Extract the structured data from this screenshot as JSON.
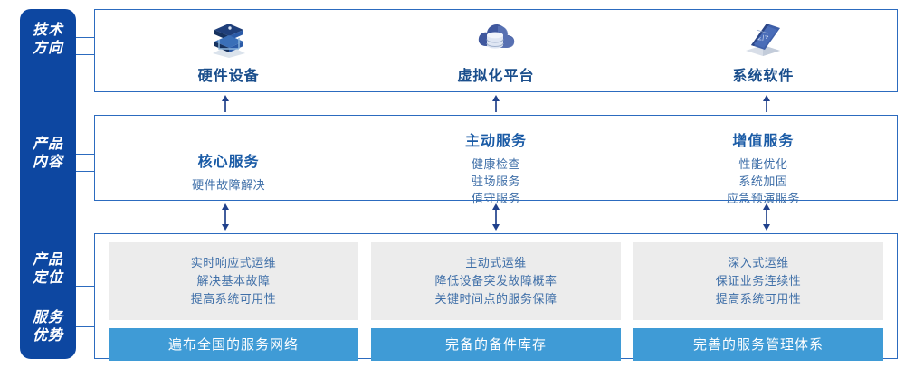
{
  "rail": {
    "background_color": "#0D47A1",
    "labels": [
      {
        "name": "tech-direction",
        "text": "技术\n方向"
      },
      {
        "name": "product-content",
        "text": "产品\n内容"
      },
      {
        "name": "product-position",
        "text": "产品\n定位"
      },
      {
        "name": "service-advantage",
        "text": "服务\n优势"
      }
    ]
  },
  "tech_row": {
    "items": [
      {
        "icon": "server-stack-icon",
        "label": "硬件设备"
      },
      {
        "icon": "cloud-database-icon",
        "label": "虚拟化平台"
      },
      {
        "icon": "laptop-code-icon",
        "label": "系统软件"
      }
    ]
  },
  "content_row": {
    "columns": [
      {
        "title": "核心服务",
        "items": [
          "硬件故障解决"
        ]
      },
      {
        "title": "主动服务",
        "items": [
          "健康检查",
          "驻场服务",
          "值守服务"
        ]
      },
      {
        "title": "增值服务",
        "items": [
          "性能优化",
          "系统加固",
          "应急预演服务"
        ]
      }
    ]
  },
  "bottom_row": {
    "columns": [
      {
        "position_lines": [
          "实时响应式运维",
          "解决基本故障",
          "提高系统可用性"
        ],
        "advantage": "遍布全国的服务网络"
      },
      {
        "position_lines": [
          "主动式运维",
          "降低设备突发故障概率",
          "关键时间点的服务保障"
        ],
        "advantage": "完备的备件库存"
      },
      {
        "position_lines": [
          "深入式运维",
          "保证业务连续性",
          "提高系统可用性"
        ],
        "advantage": "完善的服务管理体系"
      }
    ]
  },
  "colors": {
    "rail_blue": "#0D47A1",
    "border_blue": "#2C6BBF",
    "title_blue": "#1A5BA6",
    "body_blue": "#3F6FA8",
    "bar_blue": "#3F9BD6",
    "card_gray": "#ECECEC"
  }
}
